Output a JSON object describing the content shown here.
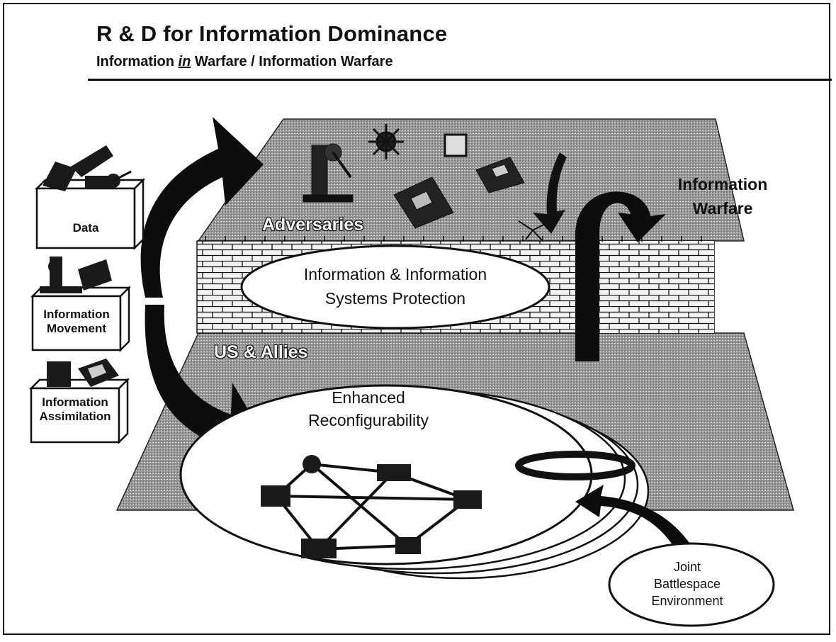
{
  "header": {
    "title": "R & D for Information Dominance",
    "subtitle_part1": "Information ",
    "subtitle_emphasis": "in",
    "subtitle_part2": " Warfare / Information Warfare"
  },
  "left_boxes": [
    {
      "label": "Data"
    },
    {
      "label_line1": "Information",
      "label_line2": "Movement"
    },
    {
      "label_line1": "Information",
      "label_line2": "Assimilation"
    }
  ],
  "diagram": {
    "adversaries": "Adversaries",
    "us_allies": "US & Allies",
    "protection_line1": "Information & Information",
    "protection_line2": "Systems Protection",
    "info_warfare_line1": "Information",
    "info_warfare_line2": "Warfare",
    "reconfig_line1": "Enhanced",
    "reconfig_line2": "Reconfigurability",
    "jbe_line1": "Joint",
    "jbe_line2": "Battlespace",
    "jbe_line3": "Environment"
  },
  "colors": {
    "ink": "#111111",
    "plane": "#8c8c8c",
    "wall": "#f2f2f2"
  }
}
